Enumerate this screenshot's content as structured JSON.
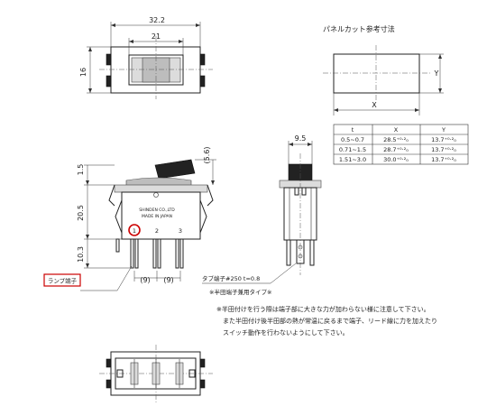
{
  "dims": {
    "top_width": "32.2",
    "top_inner": "21",
    "top_height": "16",
    "side_top": "1.5",
    "side_mid": "20.5",
    "side_bot": "10.3",
    "lever_h": "(5.6)",
    "pitch_a": "(9)",
    "pitch_b": "(9)",
    "right_w": "9.5"
  },
  "panel": {
    "title": "パネルカット参考寸法",
    "x_label": "X",
    "y_label": "Y",
    "table": {
      "headers": [
        "t",
        "X",
        "Y"
      ],
      "rows": [
        [
          "0.5~0.7",
          "28.5⁺⁰·²₀",
          "13.7⁺⁰·²₀"
        ],
        [
          "0.71~1.5",
          "28.7⁺⁰·²₀",
          "13.7⁺⁰·²₀"
        ],
        [
          "1.51~3.0",
          "30.0⁺⁰·²₀",
          "13.7⁺⁰·²₀"
        ]
      ]
    }
  },
  "switch_label": [
    "SHINDEN CO.,LTD",
    "MADE IN JAPAN"
  ],
  "terminals": [
    "1",
    "2",
    "3"
  ],
  "lamp_label": "ランプ端子",
  "tab_label": "タブ端子#250 t=0.8",
  "solder_label": "※半田端子兼用タイプ※",
  "note_lines": [
    "※半田付けを行う際は端子部に大きな力が加わらない様に注意して下さい。",
    "　また半田付け後半田部の熱が常温に戻るまで端子、リード線に力を加えたり",
    "　スイッチ動作を行わないようにして下さい。"
  ],
  "colors": {
    "highlight": "#cc0000",
    "line": "#222222",
    "fill": "#bdbdbd"
  }
}
